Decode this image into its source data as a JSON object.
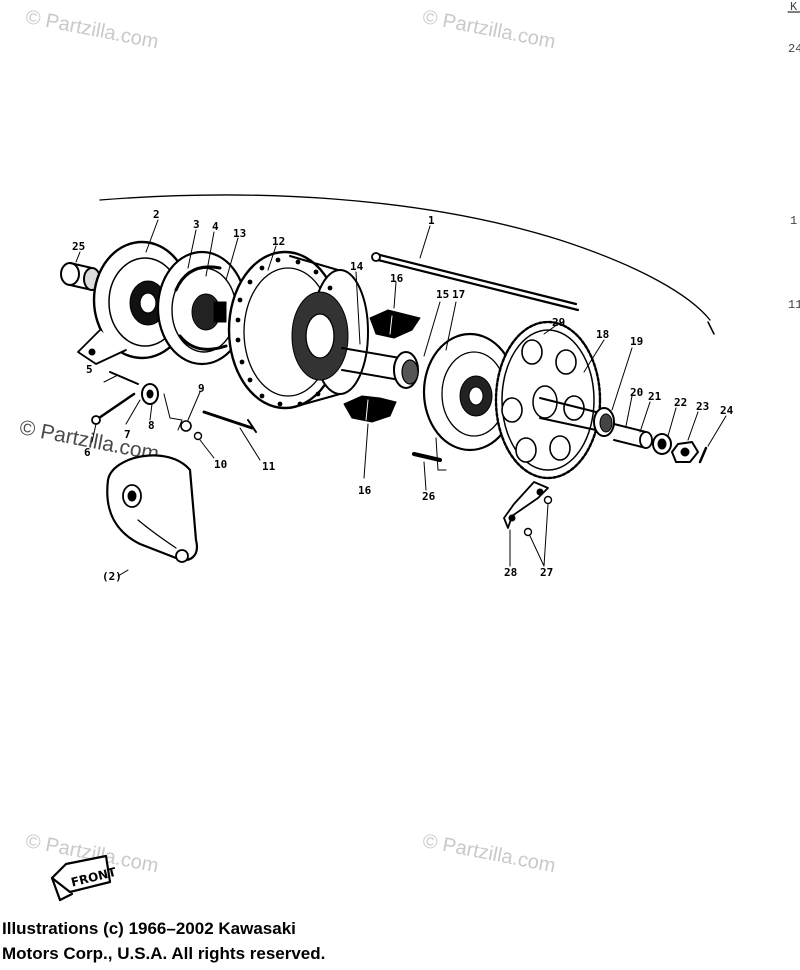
{
  "watermark": "© Partzilla.com",
  "right_edge_fragments": [
    "K",
    "24",
    "1",
    "11"
  ],
  "callouts": [
    "1",
    "2",
    "3",
    "4",
    "5",
    "6",
    "7",
    "8",
    "9",
    "10",
    "11",
    "12",
    "13",
    "14",
    "15",
    "16",
    "16",
    "17",
    "18",
    "19",
    "20",
    "21",
    "22",
    "23",
    "24",
    "25",
    "26",
    "27",
    "28",
    "29",
    "(2)"
  ],
  "front_badge": "FRONT",
  "copyright_lines": [
    "Illustrations (c) 1966–2002 Kawasaki",
    "Motors Corp., U.S.A.  All rights reserved."
  ]
}
